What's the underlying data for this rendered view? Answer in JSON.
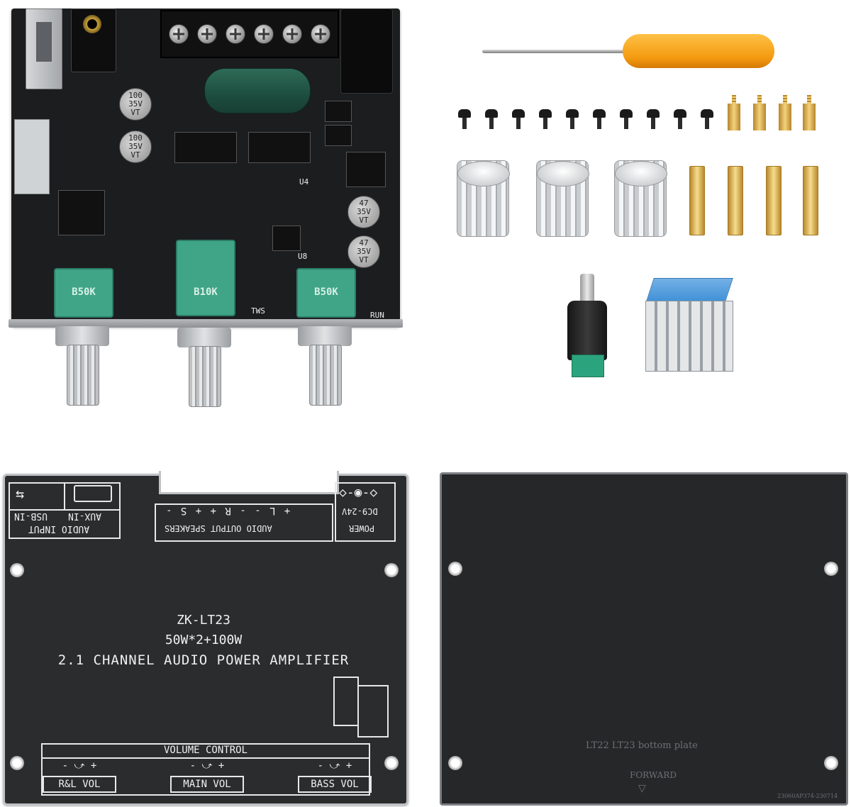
{
  "board": {
    "caps": [
      "100\n35V\nVT",
      "100\n35V\nVT",
      "47\n35V\nVT",
      "47\n35V\nVT"
    ],
    "pots": [
      "B50K",
      "B10K",
      "B50K"
    ],
    "labels": {
      "tws": "TWS",
      "run": "RUN",
      "u8": "U8",
      "u4": "U4"
    }
  },
  "top_plate": {
    "model": "ZK-LT23",
    "power_rating": "50W*2+100W",
    "description": "2.1 CHANNEL AUDIO POWER AMPLIFIER",
    "audio_input": {
      "title": "AUDIO INPUT",
      "usb": "USB-IN",
      "aux": "AUX-IN"
    },
    "audio_output": {
      "title": "AUDIO OUTPUT SPEAKERS",
      "terminals": "+ L -  - R +  + S -"
    },
    "power": {
      "title": "POWER",
      "voltage": "DC9-24V"
    },
    "volume": {
      "title": "VOLUME CONTROL",
      "items": [
        "R&L VOL",
        "MAIN VOL",
        "BASS VOL"
      ],
      "minus": "-",
      "plus": "+"
    }
  },
  "bottom_plate": {
    "label": "LT22 LT23 bottom plate",
    "direction": "FORWARD",
    "code": "23060AP374-230714"
  },
  "colors": {
    "pcb": "#1c1d1f",
    "pot_green": "#3fa586",
    "screwdriver_handle": "#f39a10",
    "heatsink_pad": "#3d8fd6",
    "brass": "#e0b45a"
  }
}
